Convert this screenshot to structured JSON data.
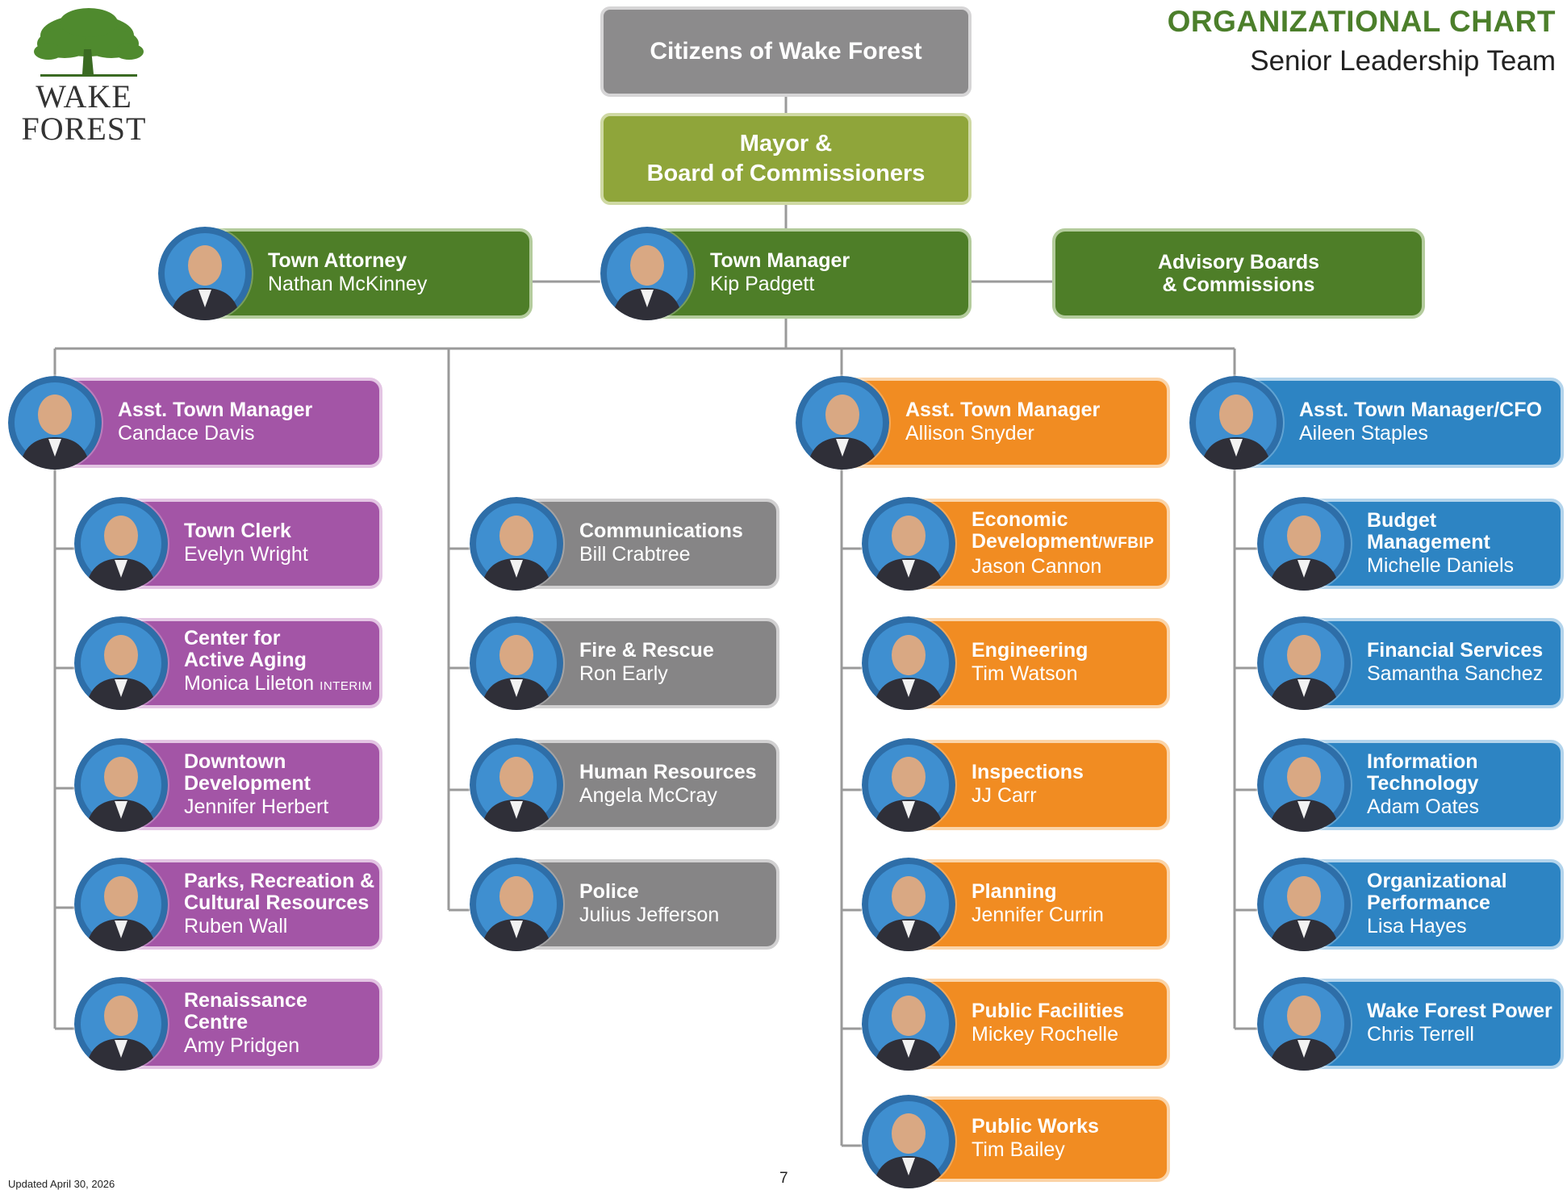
{
  "header": {
    "logo_text_line1": "WAKE",
    "logo_text_line2": "FOREST",
    "title": "ORGANIZATIONAL CHART",
    "subtitle": "Senior Leadership Team"
  },
  "top": {
    "citizens": "Citizens of Wake Forest",
    "mayor": "Mayor &\nBoard of Commissioners"
  },
  "tier2": {
    "attorney": {
      "role": "Town Attorney",
      "name": "Nathan McKinney"
    },
    "manager": {
      "role": "Town Manager",
      "name": "Kip Padgett"
    },
    "advisory": "Advisory Boards\n& Commissions"
  },
  "asst_davis": {
    "head": {
      "role": "Asst. Town Manager",
      "name": "Candace Davis"
    },
    "depts": [
      {
        "role": "Town Clerk",
        "name": "Evelyn Wright"
      },
      {
        "role": "Center for\nActive Aging",
        "name": "Monica Lileton",
        "tag": "INTERIM"
      },
      {
        "role": "Downtown\nDevelopment",
        "name": "Jennifer Herbert"
      },
      {
        "role": "Parks, Recreation &\nCultural Resources",
        "name": "Ruben Wall"
      },
      {
        "role": "Renaissance\nCentre",
        "name": "Amy Pridgen"
      }
    ]
  },
  "direct_reports": [
    {
      "role": "Communications",
      "name": "Bill Crabtree"
    },
    {
      "role": "Fire & Rescue",
      "name": "Ron Early"
    },
    {
      "role": "Human Resources",
      "name": "Angela McCray"
    },
    {
      "role": "Police",
      "name": "Julius Jefferson"
    }
  ],
  "asst_snyder": {
    "head": {
      "role": "Asst. Town Manager",
      "name": "Allison Snyder"
    },
    "depts": [
      {
        "role": "Economic\nDevelopment",
        "role_tag": "/WFBIP",
        "name": "Jason Cannon"
      },
      {
        "role": "Engineering",
        "name": "Tim Watson"
      },
      {
        "role": "Inspections",
        "name": "JJ Carr"
      },
      {
        "role": "Planning",
        "name": "Jennifer Currin"
      },
      {
        "role": "Public Facilities",
        "name": "Mickey Rochelle"
      },
      {
        "role": "Public Works",
        "name": "Tim Bailey"
      }
    ]
  },
  "asst_staples": {
    "head": {
      "role": "Asst. Town Manager/CFO",
      "name": "Aileen Staples"
    },
    "depts": [
      {
        "role": "Budget\nManagement",
        "name": "Michelle Daniels"
      },
      {
        "role": "Financial Services",
        "name": "Samantha Sanchez"
      },
      {
        "role": "Information\nTechnology",
        "name": "Adam Oates"
      },
      {
        "role": "Organizational\nPerformance",
        "name": "Lisa Hayes"
      },
      {
        "role": "Wake Forest Power",
        "name": "Chris Terrell"
      }
    ]
  },
  "footer": {
    "updated": "Updated April 30, 2026",
    "page": "7"
  },
  "colors": {
    "green": "#4e7e28",
    "olive": "#8fa53a",
    "gray": "#868586",
    "purple": "#a355a6",
    "orange": "#f18c22",
    "blue": "#2d84c3",
    "connector": "#9a9a9a"
  }
}
